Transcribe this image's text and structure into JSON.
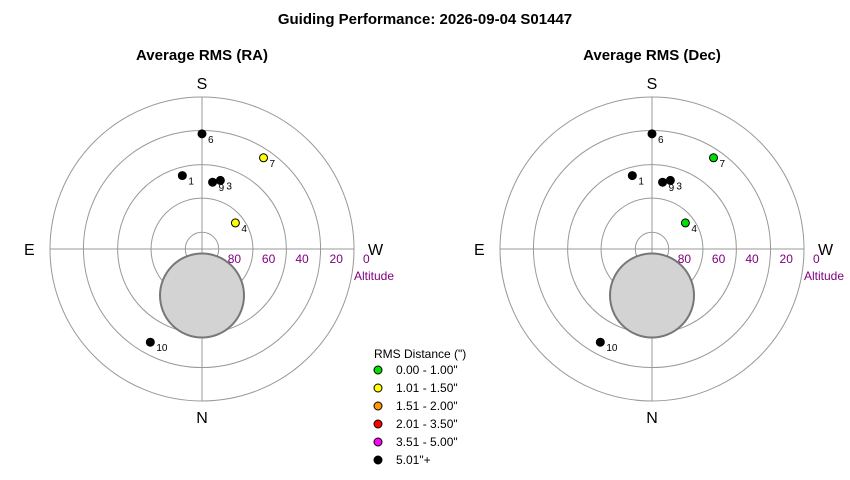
{
  "title": "Guiding Performance: 2026-09-04 S01447",
  "compass": {
    "north": "N",
    "south": "S",
    "east": "E",
    "west": "W"
  },
  "altitude_label": "Altitude",
  "altitude_ticks": [
    "80",
    "60",
    "40",
    "20",
    "0"
  ],
  "colors": {
    "ring": "#999999",
    "avoid_zone": "#d3d3d3",
    "avoid_zone_edge": "#777777",
    "tick_label": "#800080"
  },
  "legend": {
    "title": "RMS Distance (\")",
    "items": [
      {
        "label": "0.00 - 1.00\"",
        "color": "#00e000"
      },
      {
        "label": "1.01 - 1.50\"",
        "color": "#ffff00"
      },
      {
        "label": "1.51 - 2.00\"",
        "color": "#ff9900"
      },
      {
        "label": "2.01 - 3.50\"",
        "color": "#ff0000"
      },
      {
        "label": "3.51 - 5.00\"",
        "color": "#ff00ff"
      },
      {
        "label": "5.01\"+",
        "color": "#000000"
      }
    ]
  },
  "chart_data": [
    {
      "type": "scatter",
      "subtype": "polar-sky",
      "title": "Average RMS (RA)",
      "radial_axis": {
        "quantity": "altitude",
        "range": [
          90,
          0
        ],
        "ticks": [
          80,
          60,
          40,
          20,
          0
        ]
      },
      "angular_axis": {
        "top": "S",
        "bottom": "N",
        "left": "E",
        "right": "W"
      },
      "avoid_zone": {
        "azimuth": 0,
        "altitude": 62,
        "radius": 26
      },
      "points": [
        {
          "label": "1",
          "azimuth": 165,
          "altitude": 45,
          "color": "#000000"
        },
        {
          "label": "3",
          "azimuth": 195,
          "altitude": 48,
          "color": "#000000"
        },
        {
          "label": "4",
          "azimuth": 232,
          "altitude": 65,
          "color": "#ffff00"
        },
        {
          "label": "6",
          "azimuth": 180,
          "altitude": 22,
          "color": "#000000"
        },
        {
          "label": "7",
          "azimuth": 214,
          "altitude": 25,
          "color": "#ffff00"
        },
        {
          "label": "9",
          "azimuth": 189,
          "altitude": 50,
          "color": "#000000"
        },
        {
          "label": "10",
          "azimuth": 29,
          "altitude": 27,
          "color": "#000000"
        }
      ]
    },
    {
      "type": "scatter",
      "subtype": "polar-sky",
      "title": "Average RMS (Dec)",
      "radial_axis": {
        "quantity": "altitude",
        "range": [
          90,
          0
        ],
        "ticks": [
          80,
          60,
          40,
          20,
          0
        ]
      },
      "angular_axis": {
        "top": "S",
        "bottom": "N",
        "left": "E",
        "right": "W"
      },
      "avoid_zone": {
        "azimuth": 0,
        "altitude": 62,
        "radius": 26
      },
      "points": [
        {
          "label": "1",
          "azimuth": 165,
          "altitude": 45,
          "color": "#000000"
        },
        {
          "label": "3",
          "azimuth": 195,
          "altitude": 48,
          "color": "#000000"
        },
        {
          "label": "4",
          "azimuth": 232,
          "altitude": 65,
          "color": "#00e000"
        },
        {
          "label": "6",
          "azimuth": 180,
          "altitude": 22,
          "color": "#000000"
        },
        {
          "label": "7",
          "azimuth": 214,
          "altitude": 25,
          "color": "#00e000"
        },
        {
          "label": "9",
          "azimuth": 189,
          "altitude": 50,
          "color": "#000000"
        },
        {
          "label": "10",
          "azimuth": 29,
          "altitude": 27,
          "color": "#000000"
        }
      ]
    }
  ]
}
